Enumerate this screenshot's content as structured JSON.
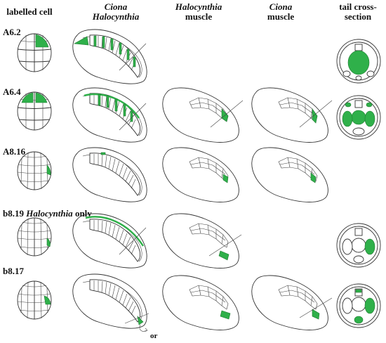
{
  "headers": {
    "labelled_cell": "labelled cell",
    "ciona_halocynthia_1": "Ciona",
    "ciona_halocynthia_2": "Halocynthia",
    "halocynthia_muscle_1": "Halocynthia",
    "halocynthia_muscle_2": "muscle",
    "ciona_muscle_1": "Ciona",
    "ciona_muscle_2": "muscle",
    "tail_section_1": "tail cross-",
    "tail_section_2": "section"
  },
  "rows": [
    {
      "label": "A6.2",
      "suffix": ""
    },
    {
      "label": "A6.4",
      "suffix": ""
    },
    {
      "label": "A8.16",
      "suffix": ""
    },
    {
      "label": "b8.19 ",
      "species": "Halocynthia",
      "suffix": " only"
    },
    {
      "label": "b8.17",
      "suffix": ""
    }
  ],
  "or_label": "or",
  "colors": {
    "labelled": "#2fb04a",
    "line": "#333333"
  }
}
